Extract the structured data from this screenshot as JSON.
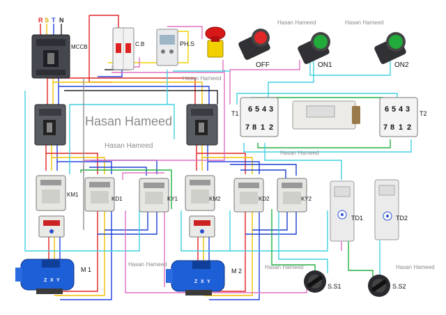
{
  "supply": {
    "phases": [
      "R",
      "S",
      "T",
      "N"
    ],
    "phase_colors": [
      "#e02020",
      "#f0c000",
      "#2040e0",
      "#202020"
    ]
  },
  "labels": {
    "mccb": "MCCB",
    "cb": "C.B",
    "phs": "PH.S",
    "off": "OFF",
    "on1": "ON1",
    "on2": "ON2",
    "t1": "T1",
    "t2": "T2",
    "km1": "KM1",
    "kd1": "KD1",
    "ky1": "KY1",
    "km2": "KM2",
    "kd2": "KD2",
    "ky2": "KY2",
    "td1": "TD1",
    "td2": "TD2",
    "m1": "M 1",
    "m2": "M 2",
    "ss1": "S.S1",
    "ss2": "S.S2"
  },
  "relay_dial": [
    "6",
    "5",
    "4",
    "3",
    "7",
    "8",
    "1",
    "2"
  ],
  "motor_terminals": [
    "Z",
    "X",
    "Y"
  ],
  "watermarks": {
    "big": "Hasan Hameed",
    "small": "Hasan Hameed"
  },
  "wire_colors": {
    "red": "#e02020",
    "yellow": "#f0d000",
    "blue": "#1a3fd0",
    "black": "#1a1a1a",
    "cyan": "#40d0e0",
    "green": "#20b040",
    "pink": "#e070c0",
    "gray": "#909090"
  },
  "icons": [
    "emergency-stop-icon",
    "pushbutton-red-icon",
    "pushbutton-green-icon",
    "selector-switch-icon",
    "motor-icon",
    "contactor-icon",
    "overload-relay-icon",
    "timer-relay-icon",
    "breaker-icon"
  ]
}
